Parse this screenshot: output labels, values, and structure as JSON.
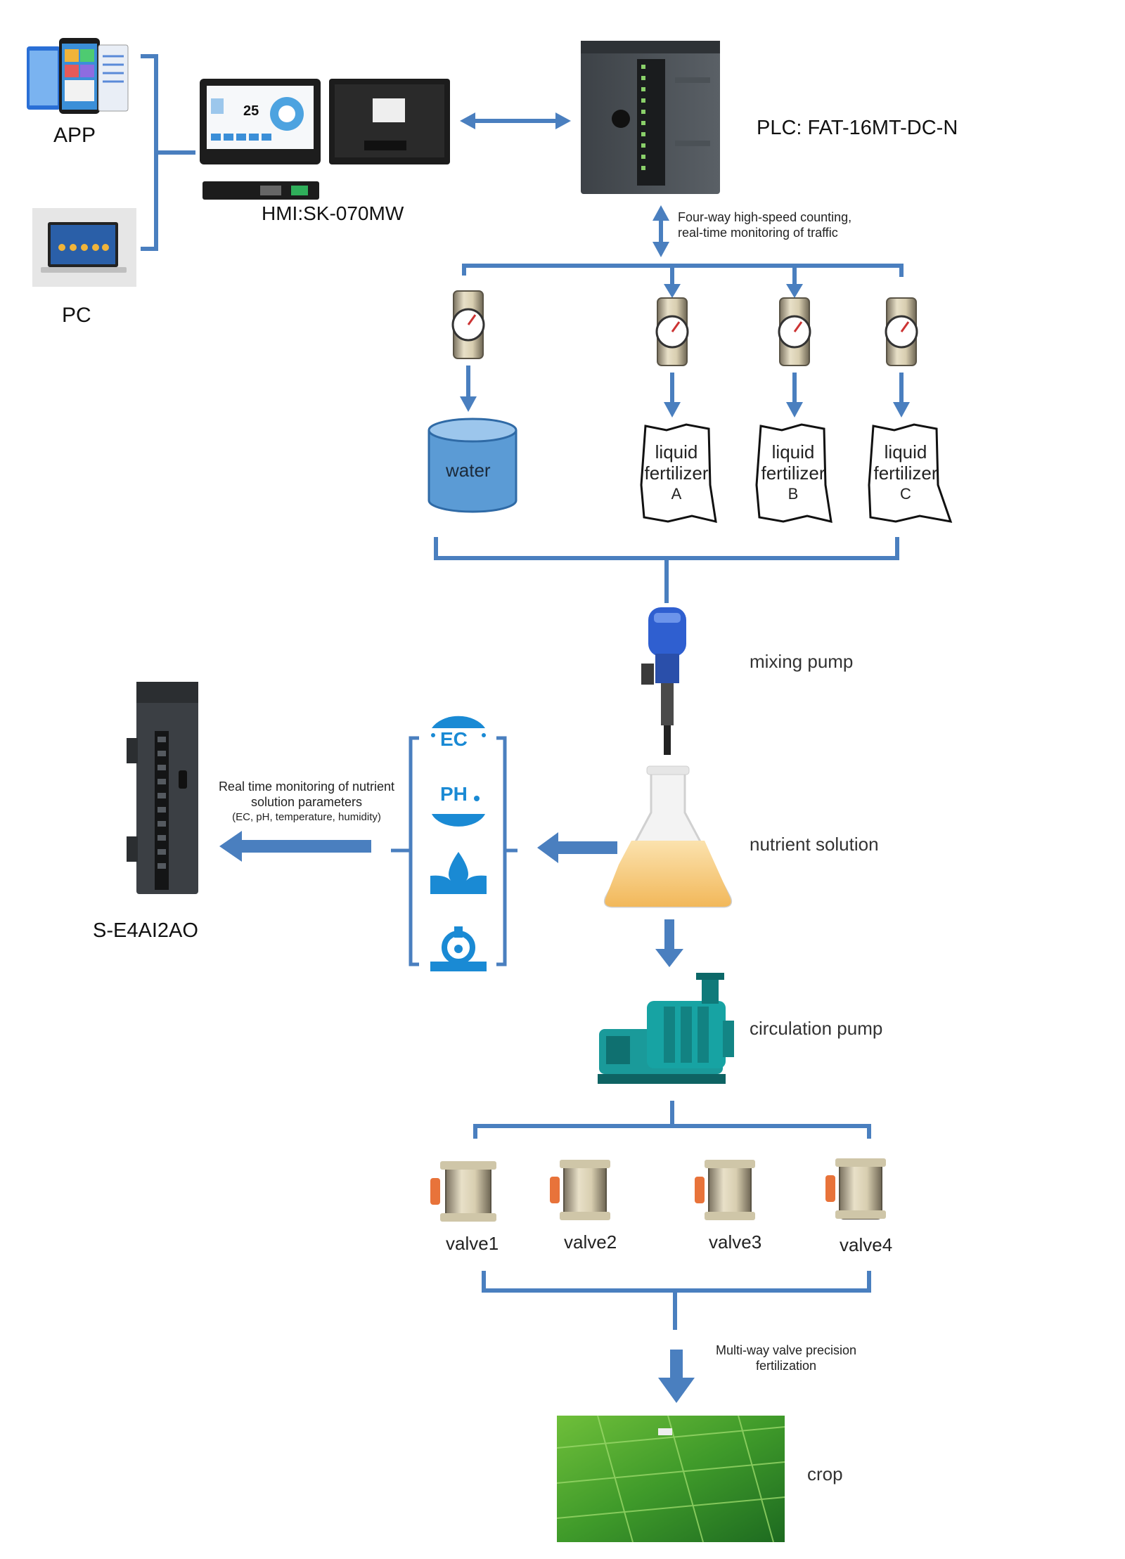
{
  "devices": {
    "app": "APP",
    "pc": "PC",
    "hmi": "HMI:SK-070MW",
    "plc": "PLC: FAT-16MT-DC-N",
    "io_module": "S-E4AI2AO",
    "hmi_screen_temp": "25"
  },
  "notes": {
    "counting_line1": "Four-way high-speed counting,",
    "counting_line2": "real-time monitoring of traffic",
    "monitor_line1": "Real time monitoring of nutrient",
    "monitor_line2": "solution parameters",
    "monitor_line3": "(EC, pH, temperature, humidity)",
    "valve_line1": "Multi-way valve precision",
    "valve_line2": "fertilization"
  },
  "tanks": {
    "water": "water",
    "fert_line1": "liquid",
    "fert_line2": "fertilizer",
    "fert_a": "A",
    "fert_b": "B",
    "fert_c": "C"
  },
  "stages": {
    "mixing_pump": "mixing pump",
    "nutrient_solution": "nutrient solution",
    "circulation_pump": "circulation pump",
    "crop": "crop"
  },
  "sensors": {
    "ec": "EC",
    "ph": "PH"
  },
  "valves": [
    "valve1",
    "valve2",
    "valve3",
    "valve4"
  ],
  "colors": {
    "connector": "#4a7fbf",
    "water_tank": "#5b9bd5",
    "sensor_icon": "#1a8ad4",
    "pump_teal": "#1a9a9a",
    "mixing_pump_blue": "#2f5fd0",
    "solution": "#f5c26b",
    "valve_handle": "#e8733a"
  }
}
